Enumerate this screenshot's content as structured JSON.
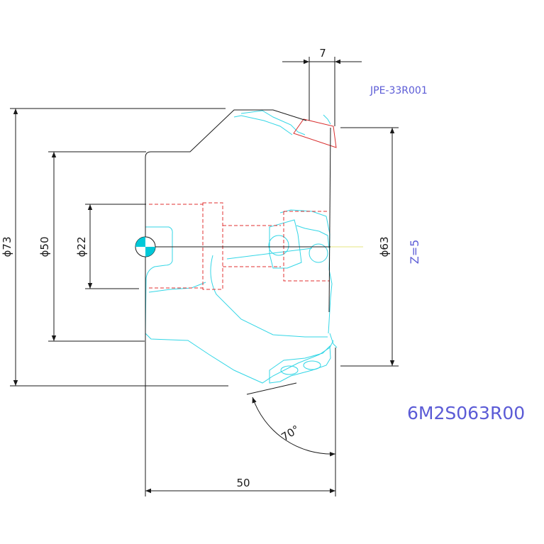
{
  "dimensions": {
    "d73": "ϕ73",
    "d50": "ϕ50",
    "d22": "ϕ22",
    "d63": "ϕ63",
    "width_7": "7",
    "length_50": "50",
    "angle_70": "70°"
  },
  "labels": {
    "insert_code": "JPE-33R001",
    "teeth": "Z=5",
    "part_code": "6M2S063R00"
  },
  "colors": {
    "outline": "#1a1a1a",
    "body": "#33d6e6",
    "hidden": "#e03030",
    "insert_red": "#d83030",
    "blue_text": "#5b5bd6",
    "centerline": "#e6e680"
  }
}
